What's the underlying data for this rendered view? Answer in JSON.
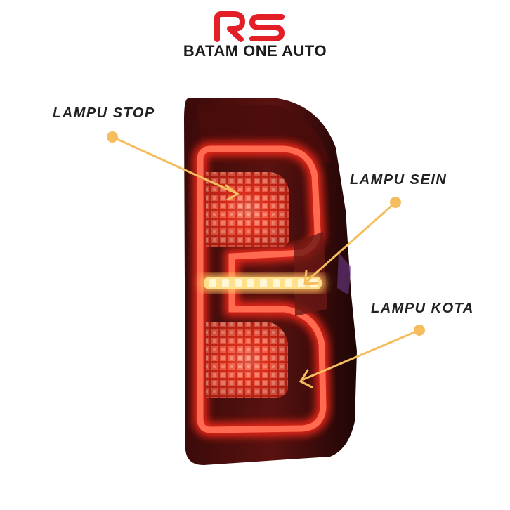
{
  "brand": {
    "logo_text": "RS",
    "name": "BATAM ONE AUTO"
  },
  "callouts": {
    "stop": "LAMPU STOP",
    "sein": "LAMPU SEIN",
    "kota": "LAMPU KOTA"
  },
  "colors": {
    "brand_red": "#e41e26",
    "brand_text": "#1b1b1b",
    "callout_text": "#222222",
    "callout_line": "#f5bd5e",
    "lamp_red": "#ff2a1a",
    "lamp_amber": "#ffe08a",
    "housing": "#2a0808"
  }
}
